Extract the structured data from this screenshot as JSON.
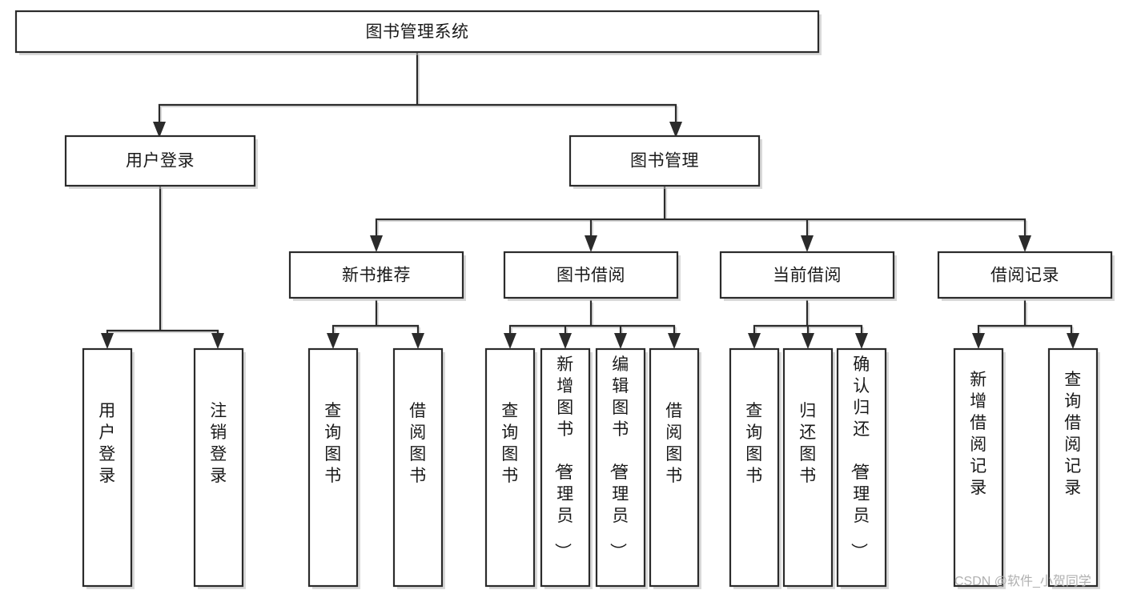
{
  "diagram": {
    "type": "tree-hierarchy",
    "title": "图书管理系统",
    "orientation": "top-down",
    "colors": {
      "box_stroke": "#2b2b2b",
      "box_fill": "#ffffff",
      "line": "#2b2b2b",
      "text": "#1a1a1a",
      "background": "#ffffff",
      "watermark": "#b0b0b0"
    },
    "levels": 4,
    "root": {
      "id": "root",
      "label": "图书管理系统",
      "orientation": "horizontal"
    },
    "level2": [
      {
        "id": "user-login",
        "label": "用户登录",
        "orientation": "horizontal"
      },
      {
        "id": "book-management",
        "label": "图书管理",
        "orientation": "horizontal"
      }
    ],
    "level3": [
      {
        "id": "new-book-recommend",
        "label": "新书推荐",
        "orientation": "horizontal",
        "parent": "book-management"
      },
      {
        "id": "book-borrow",
        "label": "图书借阅",
        "orientation": "horizontal",
        "parent": "book-management"
      },
      {
        "id": "current-borrow",
        "label": "当前借阅",
        "orientation": "horizontal",
        "parent": "book-management"
      },
      {
        "id": "borrow-record",
        "label": "借阅记录",
        "orientation": "horizontal",
        "parent": "book-management"
      }
    ],
    "leaves": [
      {
        "id": "leaf-user-login",
        "label": "用户登录",
        "orientation": "vertical",
        "parent": "user-login"
      },
      {
        "id": "leaf-user-logout",
        "label": "注销登录",
        "orientation": "vertical",
        "parent": "user-login"
      },
      {
        "id": "leaf-query-book-1",
        "label": "查询图书",
        "orientation": "vertical",
        "parent": "new-book-recommend"
      },
      {
        "id": "leaf-borrow-book-1",
        "label": "借阅图书",
        "orientation": "vertical",
        "parent": "new-book-recommend"
      },
      {
        "id": "leaf-query-book-2",
        "label": "查询图书",
        "orientation": "vertical",
        "parent": "book-borrow"
      },
      {
        "id": "leaf-add-book",
        "label": "新增图书（管理员）",
        "orientation": "vertical",
        "parent": "book-borrow"
      },
      {
        "id": "leaf-edit-book",
        "label": "编辑图书（管理员）",
        "orientation": "vertical",
        "parent": "book-borrow"
      },
      {
        "id": "leaf-borrow-book-2",
        "label": "借阅图书",
        "orientation": "vertical",
        "parent": "book-borrow"
      },
      {
        "id": "leaf-query-book-3",
        "label": "查询图书",
        "orientation": "vertical",
        "parent": "current-borrow"
      },
      {
        "id": "leaf-return-book",
        "label": "归还图书",
        "orientation": "vertical",
        "parent": "current-borrow"
      },
      {
        "id": "leaf-confirm-return",
        "label": "确认归还（管理员）",
        "orientation": "vertical",
        "parent": "current-borrow"
      },
      {
        "id": "leaf-add-record",
        "label": "新增借阅记录",
        "orientation": "vertical",
        "parent": "borrow-record"
      },
      {
        "id": "leaf-query-record",
        "label": "查询借阅记录",
        "orientation": "vertical",
        "parent": "borrow-record"
      }
    ]
  },
  "watermark": {
    "text": "CSDN @软件_小贺同学"
  }
}
